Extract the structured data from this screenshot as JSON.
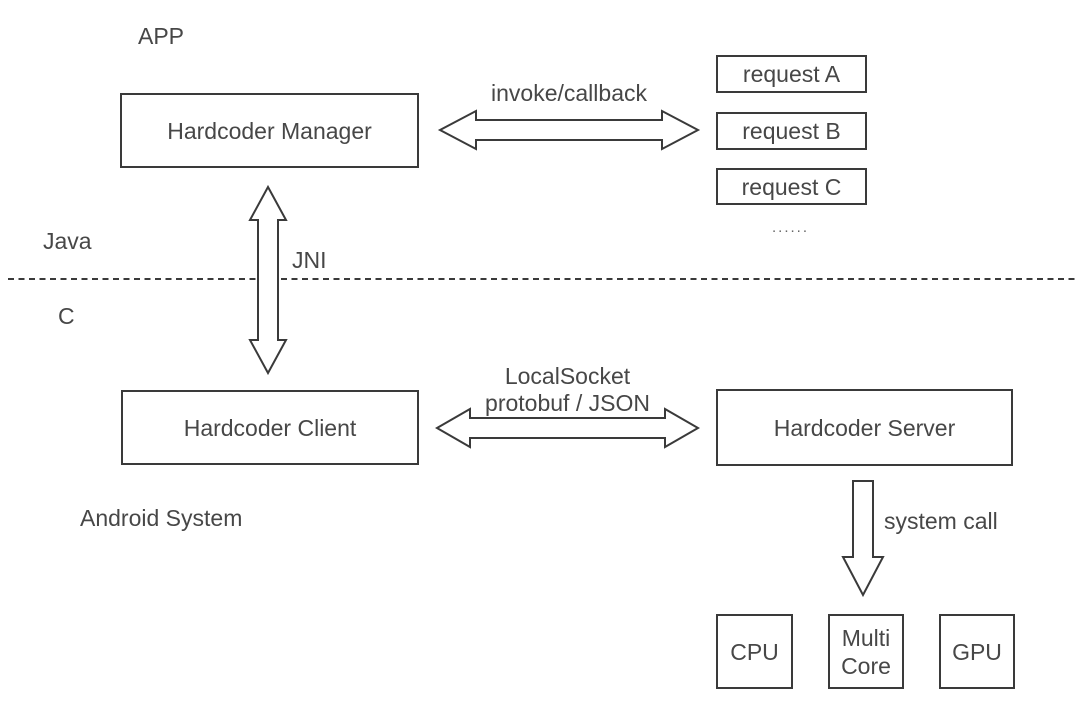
{
  "colors": {
    "stroke": "#3a3a3a",
    "text": "#474747",
    "muted": "#666666",
    "background": "#ffffff"
  },
  "layers": {
    "app": "APP",
    "java": "Java",
    "c": "C",
    "android_system": "Android System"
  },
  "nodes": {
    "manager": "Hardcoder Manager",
    "client": "Hardcoder Client",
    "server": "Hardcoder Server",
    "request_a": "request A",
    "request_b": "request B",
    "request_c": "request C",
    "more_requests": "......",
    "cpu": "CPU",
    "multi_core": "Multi Core",
    "gpu": "GPU"
  },
  "connections": {
    "invoke_callback": "invoke/callback",
    "jni": "JNI",
    "localsocket": "LocalSocket",
    "protocol": "protobuf / JSON",
    "system_call": "system call"
  }
}
